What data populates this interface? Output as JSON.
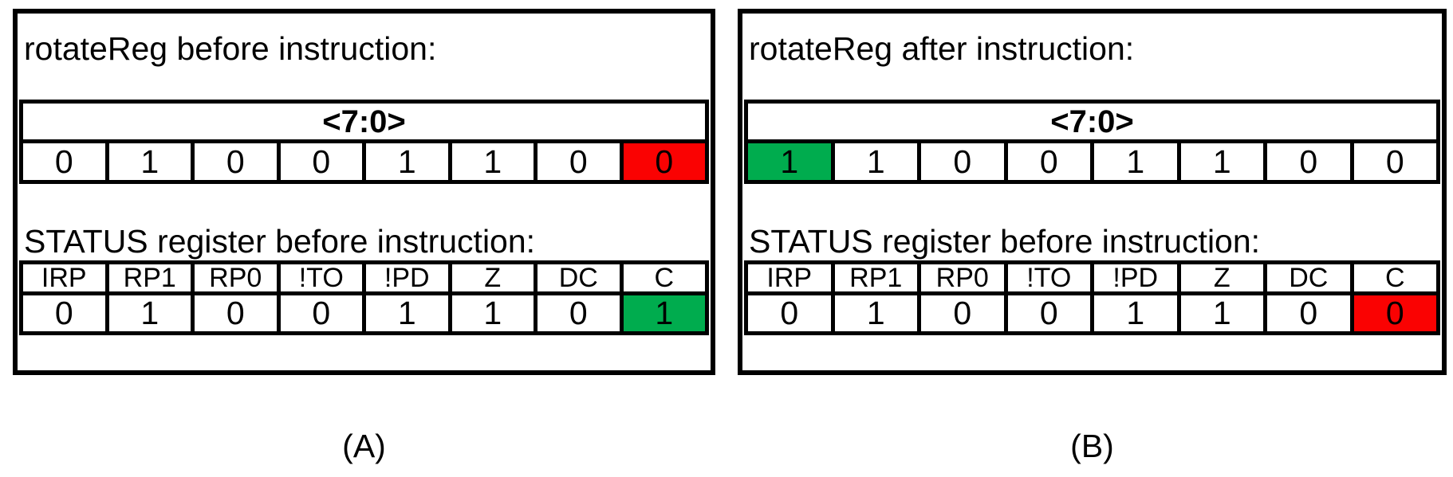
{
  "colors": {
    "highlight_red": "#fa0202",
    "highlight_green": "#00ac4e",
    "border_black": "#000000"
  },
  "panels": [
    {
      "caption": "(A)",
      "reg_title": "rotateReg before instruction:",
      "reg_header": "<7:0>",
      "reg_bits": [
        "0",
        "1",
        "0",
        "0",
        "1",
        "1",
        "0",
        "0"
      ],
      "reg_highlight": {
        "index": 7,
        "color": "red"
      },
      "status_title": "STATUS register before instruction:",
      "status_headers": [
        "IRP",
        "RP1",
        "RP0",
        "!TO",
        "!PD",
        "Z",
        "DC",
        "C"
      ],
      "status_bits": [
        "0",
        "1",
        "0",
        "0",
        "1",
        "1",
        "0",
        "1"
      ],
      "status_highlight": {
        "index": 7,
        "color": "green"
      }
    },
    {
      "caption": "(B)",
      "reg_title": "rotateReg after instruction:",
      "reg_header": "<7:0>",
      "reg_bits": [
        "1",
        "1",
        "0",
        "0",
        "1",
        "1",
        "0",
        "0"
      ],
      "reg_highlight": {
        "index": 0,
        "color": "green"
      },
      "status_title": "STATUS register before instruction:",
      "status_headers": [
        "IRP",
        "RP1",
        "RP0",
        "!TO",
        "!PD",
        "Z",
        "DC",
        "C"
      ],
      "status_bits": [
        "0",
        "1",
        "0",
        "0",
        "1",
        "1",
        "0",
        "0"
      ],
      "status_highlight": {
        "index": 7,
        "color": "red"
      }
    }
  ]
}
